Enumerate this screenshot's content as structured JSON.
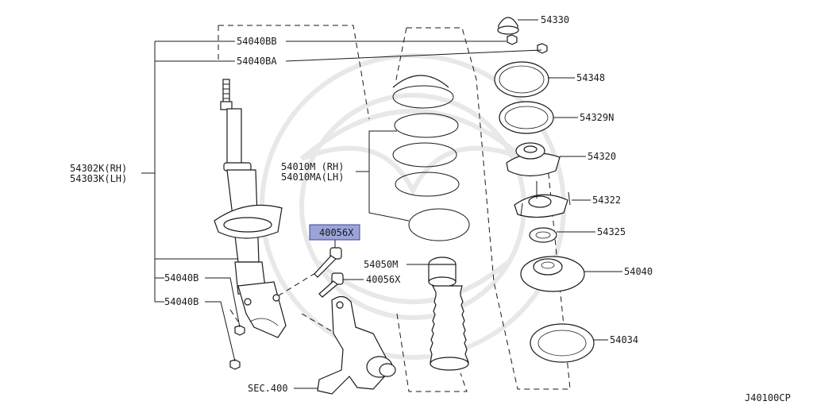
{
  "diagram_id": "J40100CP",
  "labels": {
    "p54330": "54330",
    "p54040BB": "54040BB",
    "p54040BA": "54040BA",
    "p54348": "54348",
    "p54329N": "54329N",
    "p54320": "54320",
    "p54322": "54322",
    "p54325": "54325",
    "p54040": "54040",
    "p54034": "54034",
    "p54302K": "54302K(RH)",
    "p54303K": "54303K(LH)",
    "p54010M": "54010M (RH)",
    "p54010MA": "54010MA(LH)",
    "p54050M": "54050M",
    "p40056X_highlight": "40056X",
    "p40056X": "40056X",
    "p54040B_a": "54040B",
    "p54040B_b": "54040B",
    "sec400": "SEC.400"
  },
  "colors": {
    "highlight_fill": "#9aa4d8",
    "highlight_stroke": "#3b4796",
    "line": "#1a1a1a",
    "watermark": "#e8e8e8"
  }
}
